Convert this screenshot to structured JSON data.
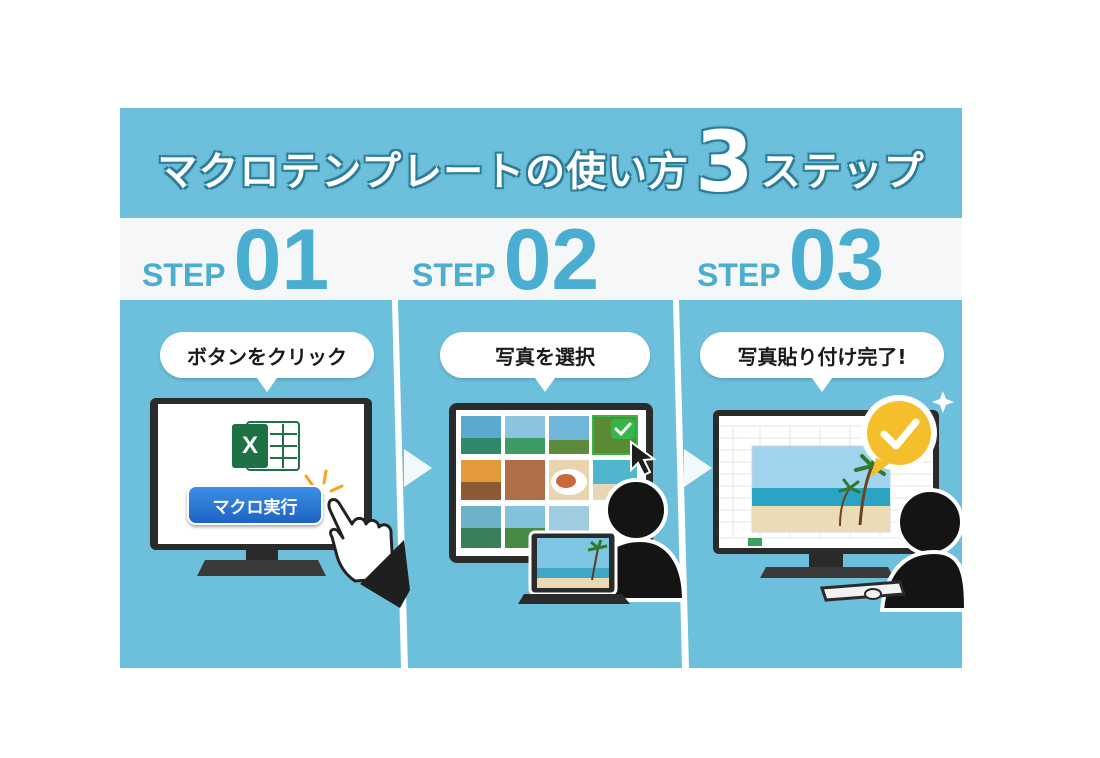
{
  "title": {
    "before": "マクロテンプレートの使い方",
    "number": "3",
    "after": "ステップ"
  },
  "steps": [
    {
      "step_label": "STEP",
      "number": "01",
      "caption": "ボタンをクリック",
      "button_label": "マクロ実行",
      "app_icon_letter": "X"
    },
    {
      "step_label": "STEP",
      "number": "02",
      "caption": "写真を選択"
    },
    {
      "step_label": "STEP",
      "number": "03",
      "caption": "写真貼り付け完了!"
    }
  ],
  "colors": {
    "background": "#6cc0db",
    "accent_text": "#4aaed0",
    "band": "#f6f7f8",
    "excel_green": "#1e7145",
    "check_yellow": "#f4bf2a",
    "button_blue": "#2775d6"
  },
  "icons": [
    "excel-icon",
    "pointing-hand-icon",
    "mouse-cursor-icon",
    "checkmark-icon",
    "arrow-right-icon",
    "person-silhouette-icon",
    "laptop-icon",
    "monitor-icon"
  ]
}
